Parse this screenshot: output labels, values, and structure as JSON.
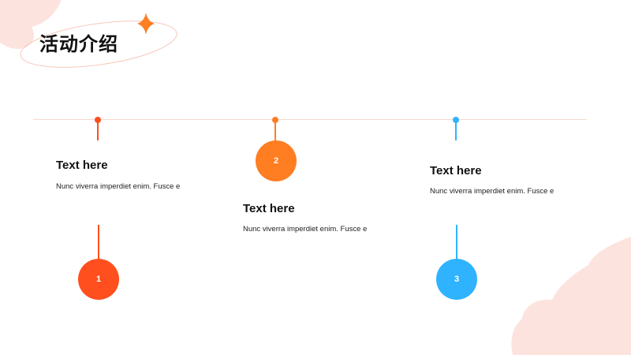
{
  "page": {
    "title": "活动介绍"
  },
  "colors": {
    "red": "#ff4f1f",
    "orange": "#ff7e22",
    "blue": "#30b3ff",
    "blush": "#fde3de",
    "line": "#f6d9cf"
  },
  "items": [
    {
      "number": "1",
      "heading": "Text here",
      "body": "Nunc viverra  imperdiet enim. Fusce e",
      "color": "#ff4f1f"
    },
    {
      "number": "2",
      "heading": "Text here",
      "body": "Nunc viverra  imperdiet enim. Fusce e",
      "color": "#ff7e22"
    },
    {
      "number": "3",
      "heading": "Text here",
      "body": "Nunc viverra  imperdiet enim. Fusce e",
      "color": "#30b3ff"
    }
  ]
}
